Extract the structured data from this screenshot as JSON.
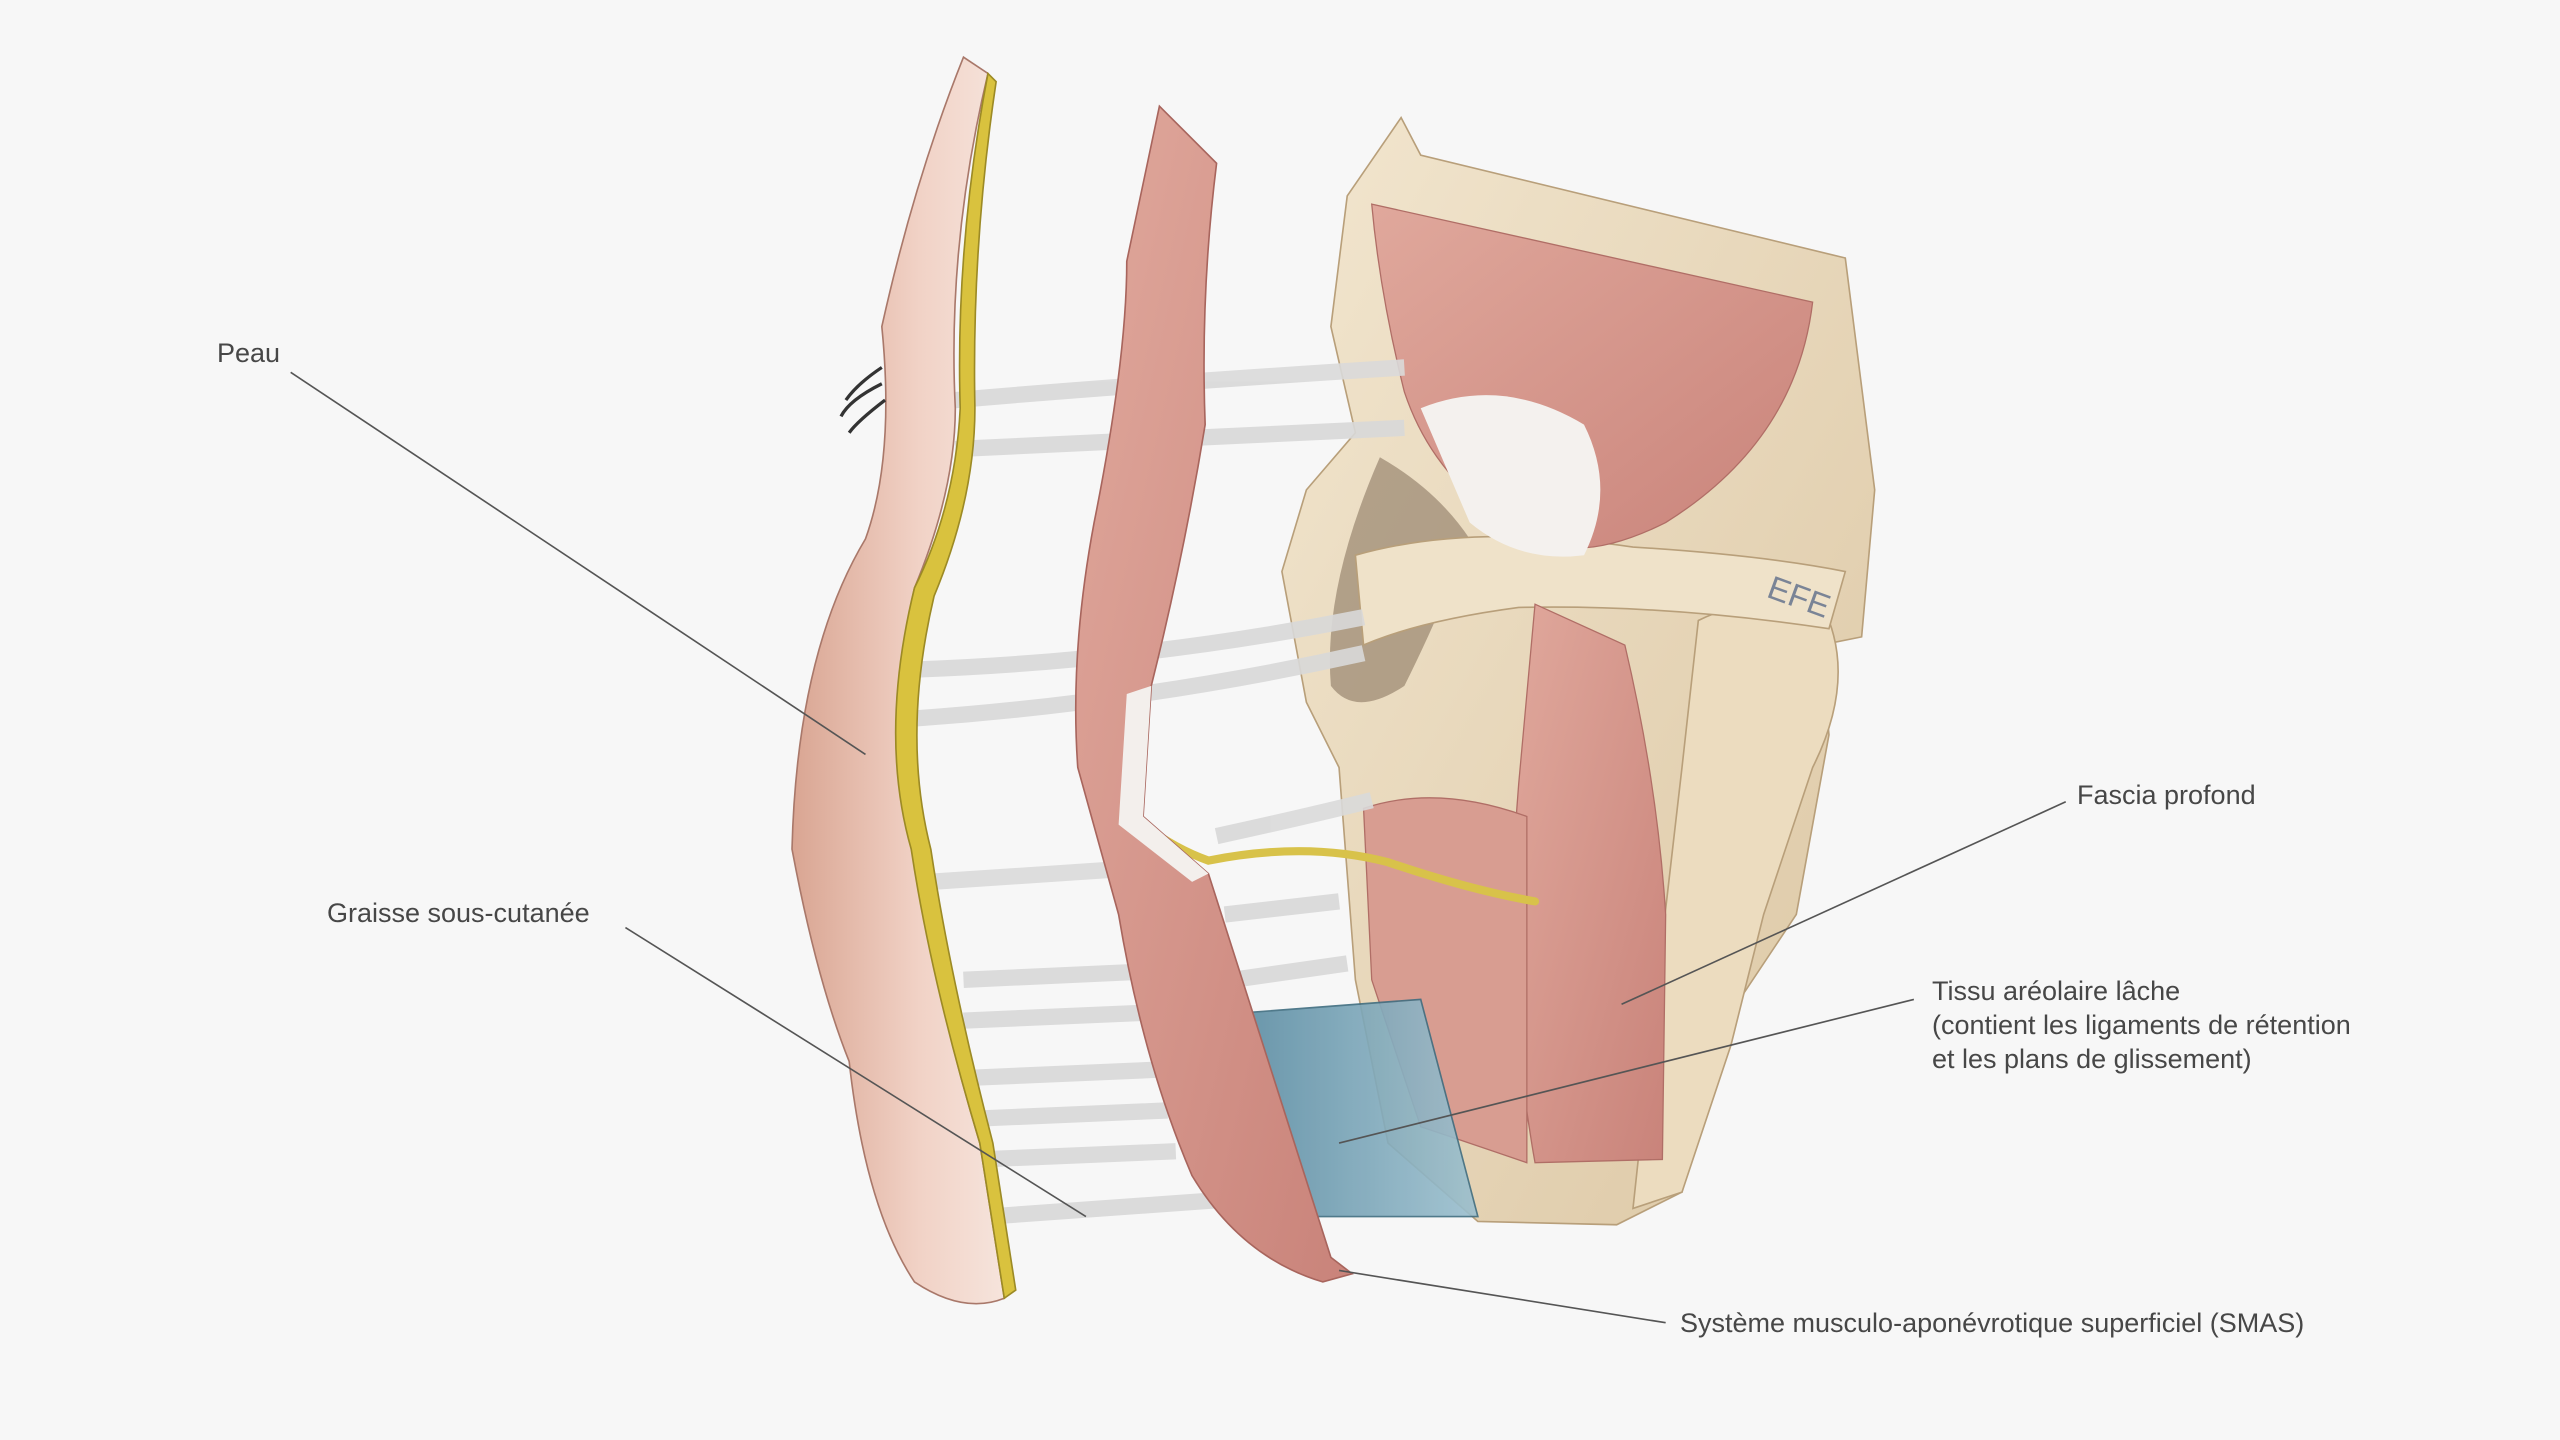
{
  "labels": {
    "skin": "Peau",
    "subcutaneous_fat": "Graisse sous-cutanée",
    "deep_fascia": "Fascia profond",
    "areolar_tissue": {
      "line1": "Tissu aréolaire lâche",
      "line2": "(contient les ligaments de rétention",
      "line3": "et les plans de glissement)"
    },
    "smas": "Système musculo-aponévrotique superficiel (SMAS)"
  },
  "signature": "EFE",
  "colors": {
    "background": "#f7f7f7",
    "text": "#474747",
    "skin": "#e9bfae",
    "fat": "#d9c23e",
    "muscle": "#d4958a",
    "bone": "#eadbbf",
    "ligament": "#e6e6e6",
    "fascia_blue": "#6f9fb3",
    "nerve": "#d8c24a"
  }
}
